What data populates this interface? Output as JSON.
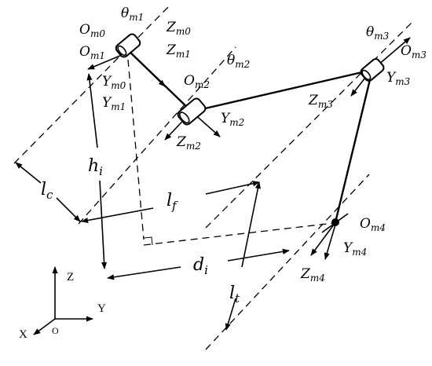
{
  "labels": {
    "theta_m1_base": "θ",
    "theta_m1_sub": "m1",
    "om0_base": "O",
    "om0_sub": "m0",
    "om1_base": "O",
    "om1_sub": "m1",
    "zm0_base": "Z",
    "zm0_sub": "m0",
    "zm1_base": "Z",
    "zm1_sub": "m1",
    "theta_m2_base": "θ",
    "theta_m2_sub": "m2",
    "om2_base": "O",
    "om2_sub": "m2",
    "ym0_base": "Y",
    "ym0_sub": "m0",
    "ym1_base": "Y",
    "ym1_sub": "m1",
    "ym2_base": "Y",
    "ym2_sub": "m2",
    "zm2_base": "Z",
    "zm2_sub": "m2",
    "theta_m3_base": "θ",
    "theta_m3_sub": "m3",
    "om3_base": "O",
    "om3_sub": "m3",
    "ym3_base": "Y",
    "ym3_sub": "m3",
    "zm3_base": "Z",
    "zm3_sub": "m3",
    "om4_base": "O",
    "om4_sub": "m4",
    "ym4_base": "Y",
    "ym4_sub": "m4",
    "zm4_base": "Z",
    "zm4_sub": "m4",
    "hi_base": "h",
    "hi_sub": "i",
    "lc_base": "l",
    "lc_sub": "c",
    "lf_base": "l",
    "lf_sub": "f",
    "di_base": "d",
    "di_sub": "i",
    "lt_base": "l",
    "lt_sub": "t"
  },
  "axes": {
    "z_label": "Z",
    "y_label": "Y",
    "x_label": "X",
    "origin_label": "O"
  }
}
